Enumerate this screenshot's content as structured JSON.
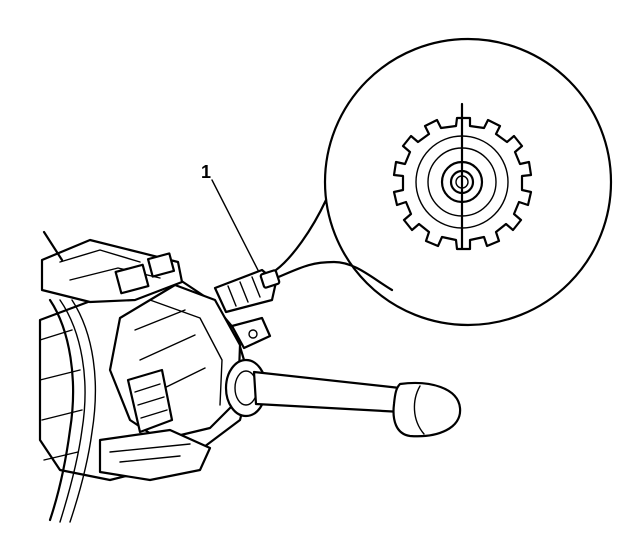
{
  "callouts": [
    {
      "number": "1"
    }
  ],
  "colors": {
    "ink": "#000000",
    "paper": "#ffffff"
  },
  "icons": [
    "steering-column-illustration",
    "gear-ring-detail"
  ]
}
